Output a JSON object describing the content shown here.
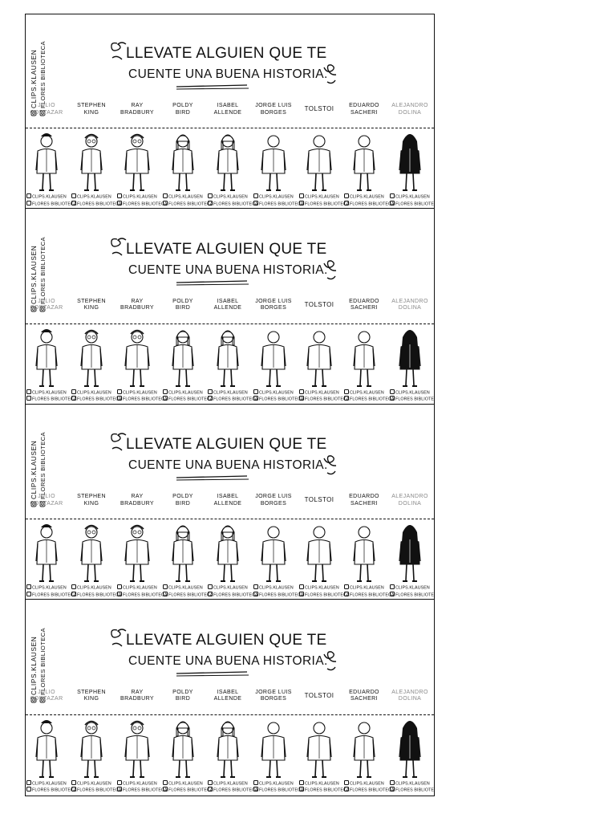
{
  "bookmark": {
    "brand": {
      "handle": "CLIPS.KLAUSEN",
      "library": "FLORES BIBLIOTECA"
    },
    "title": {
      "line1": "LLEVATE ALGUIEN QUE TE",
      "line2": "CUENTE UNA BUENA HISTORIA."
    },
    "authors": [
      {
        "line1": "JULIO",
        "line2": "CORTAZAR",
        "faded": true
      },
      {
        "line1": "STEPHEN",
        "line2": "KING",
        "faded": false
      },
      {
        "line1": "RAY",
        "line2": "BRADBURY",
        "faded": false
      },
      {
        "line1": "POLDY",
        "line2": "BIRD",
        "faded": false
      },
      {
        "line1": "ISABEL",
        "line2": "ALLENDE",
        "faded": false
      },
      {
        "line1": "JORGE LUIS",
        "line2": "BORGES",
        "faded": false
      },
      {
        "line1": "TOLSTOI",
        "line2": "",
        "faded": false
      },
      {
        "line1": "EDUARDO",
        "line2": "SACHERI",
        "faded": false
      },
      {
        "line1": "ALEJANDRO",
        "line2": "DOLINA",
        "faded": true
      }
    ],
    "credit": {
      "handle": "CLIPS.KLAUSEN",
      "library": "FLORES BIBLIOTECA"
    }
  },
  "strips": [
    {
      "id": 1
    },
    {
      "id": 2
    },
    {
      "id": 3
    },
    {
      "id": 4
    }
  ],
  "colors": {
    "ink": "#111111",
    "paper": "#ffffff",
    "faded": "#8a8a8a"
  }
}
